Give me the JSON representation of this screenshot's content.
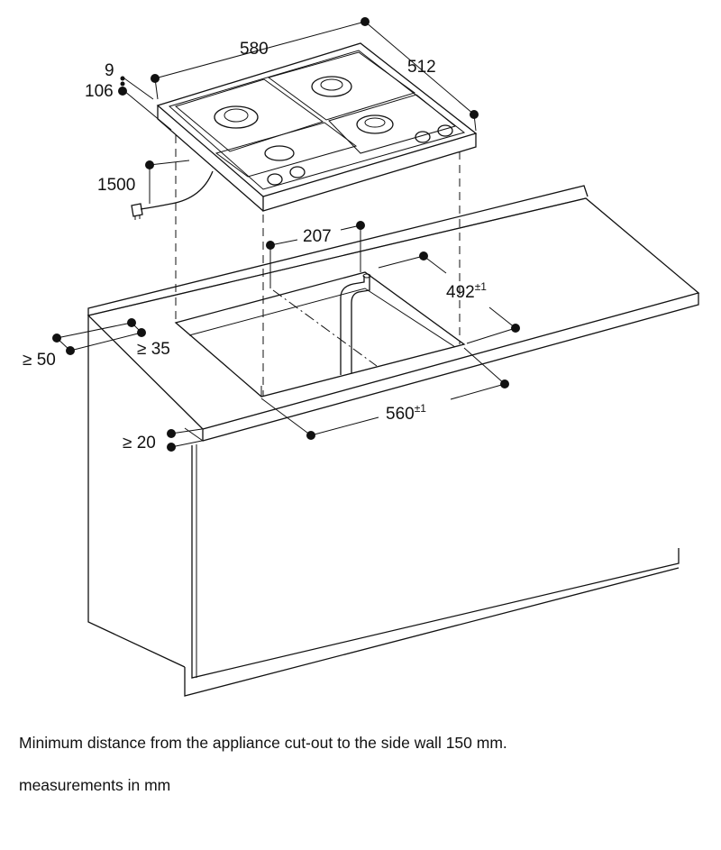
{
  "dimensions": {
    "width": "580",
    "depth": "512",
    "height_top": "9",
    "height_total": "106",
    "cable_length": "1500",
    "gas_offset": "207",
    "cutout_depth": "492",
    "cutout_depth_tol": "±1",
    "cutout_width": "560",
    "cutout_width_tol": "±1",
    "min_side": "≥ 50",
    "min_front": "≥ 35",
    "min_worktop": "≥ 20"
  },
  "notes": {
    "side_wall": "Minimum distance from the appliance cut-out to the side wall 150 mm.",
    "units": "measurements in mm"
  }
}
